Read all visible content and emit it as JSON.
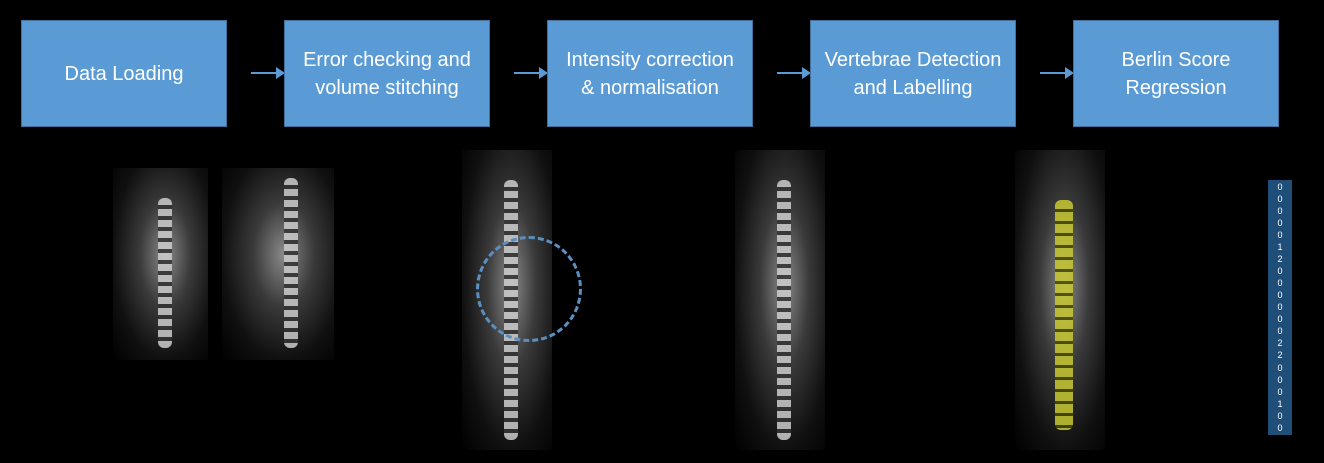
{
  "pipeline": {
    "steps": [
      {
        "label": "Data Loading"
      },
      {
        "label": "Error checking and\nvolume stitching"
      },
      {
        "label": "Intensity correction\n& normalisation"
      },
      {
        "label": "Vertebrae Detection\nand Labelling"
      },
      {
        "label": "Berlin Score\nRegression"
      }
    ]
  },
  "colors": {
    "box": "#5b9bd5",
    "score_bar": "#1f4e79",
    "label_overlay": "#c8c832"
  },
  "scores": [
    "0",
    "0",
    "0",
    "0",
    "0",
    "1",
    "2",
    "0",
    "0",
    "0",
    "0",
    "0",
    "0",
    "2",
    "2",
    "0",
    "0",
    "0",
    "1",
    "0",
    "0"
  ]
}
